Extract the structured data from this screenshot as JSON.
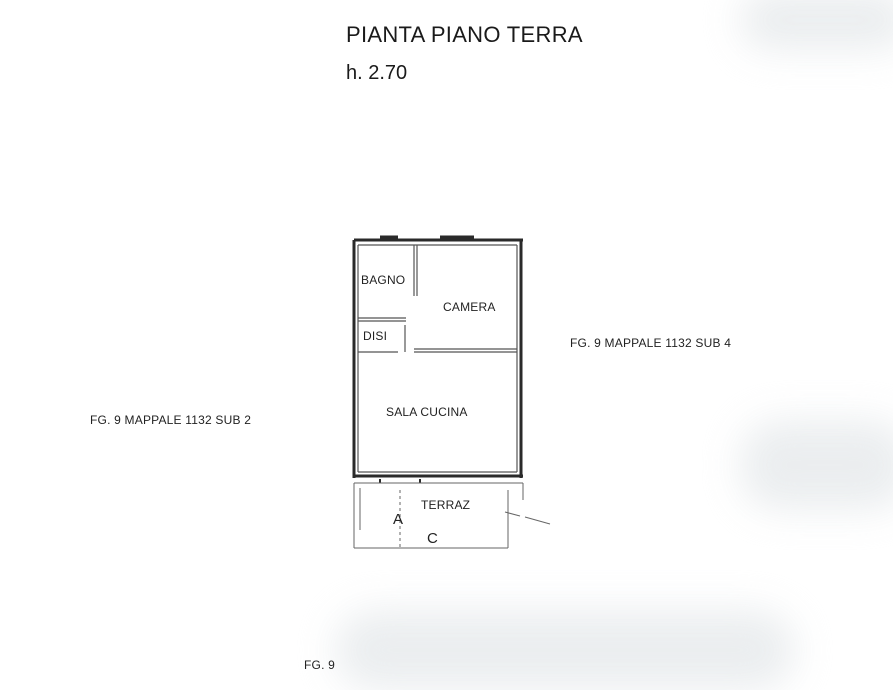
{
  "header": {
    "title": "PIANTA PIANO TERRA",
    "height": "h. 2.70"
  },
  "rooms": {
    "bagno": "BAGNO",
    "camera": "CAMERA",
    "disimpegno": "DISI",
    "sala_cucina": "SALA CUCINA",
    "terrazzo": "TERRAZ",
    "mark_a": "A",
    "mark_c": "C"
  },
  "parcels": {
    "left": "FG. 9 MAPPALE 1132 SUB 2",
    "right": "FG. 9 MAPPALE 1132 SUB 4",
    "bottom": "FG. 9"
  },
  "colors": {
    "wall": "#2a2a2a",
    "thin_line": "#555555",
    "background": "#ffffff"
  }
}
